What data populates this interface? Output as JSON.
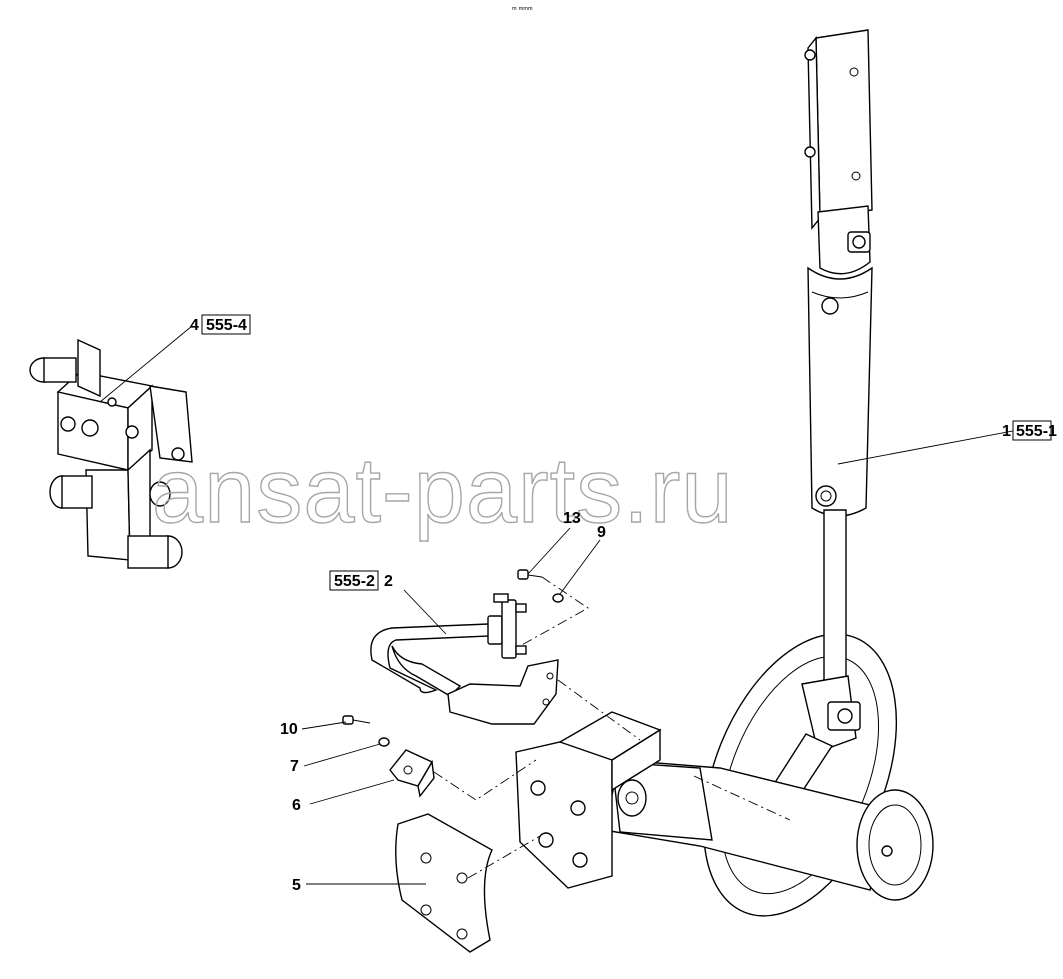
{
  "header": {
    "top_mark": "ᵐ ᵐᵐᵐ"
  },
  "watermark": {
    "text": "ansat-parts.ru"
  },
  "callouts": {
    "item_1": {
      "num": "1",
      "ref": "555-1"
    },
    "item_2": {
      "num": "2",
      "ref": "555-2"
    },
    "item_4": {
      "num": "4",
      "ref": "555-4"
    },
    "item_5": {
      "num": "5"
    },
    "item_6": {
      "num": "6"
    },
    "item_7": {
      "num": "7"
    },
    "item_9": {
      "num": "9"
    },
    "item_10": {
      "num": "10"
    },
    "item_13": {
      "num": "13"
    }
  }
}
